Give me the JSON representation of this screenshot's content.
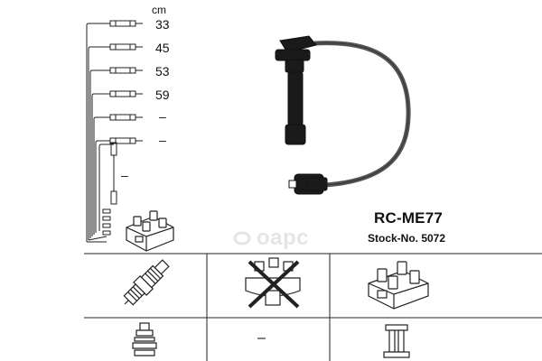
{
  "lengths": {
    "unit": "cm",
    "values": [
      "33",
      "45",
      "53",
      "59",
      "–",
      "–",
      "–"
    ]
  },
  "product": {
    "model": "RC-ME77",
    "stock": "Stock-No. 5072"
  },
  "watermark": "oapc",
  "table": {
    "row1": [
      "spark-plug-icon",
      "crossed-distributor-cap-icon",
      "ignition-coil-icon"
    ],
    "row2": [
      "plug-terminal-icon",
      "–",
      "coil-terminal-icon"
    ]
  }
}
